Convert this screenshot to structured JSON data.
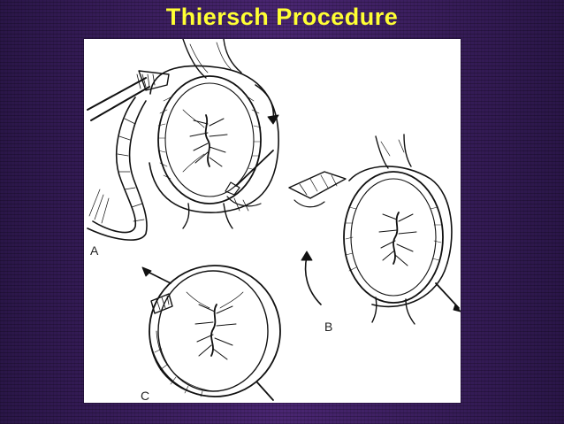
{
  "slide": {
    "title": "Thiersch Procedure",
    "title_color": "#ffff33",
    "background_color": "#3c1f62"
  },
  "figure": {
    "panels": [
      {
        "label": "A"
      },
      {
        "label": "B"
      },
      {
        "label": "C"
      }
    ]
  }
}
